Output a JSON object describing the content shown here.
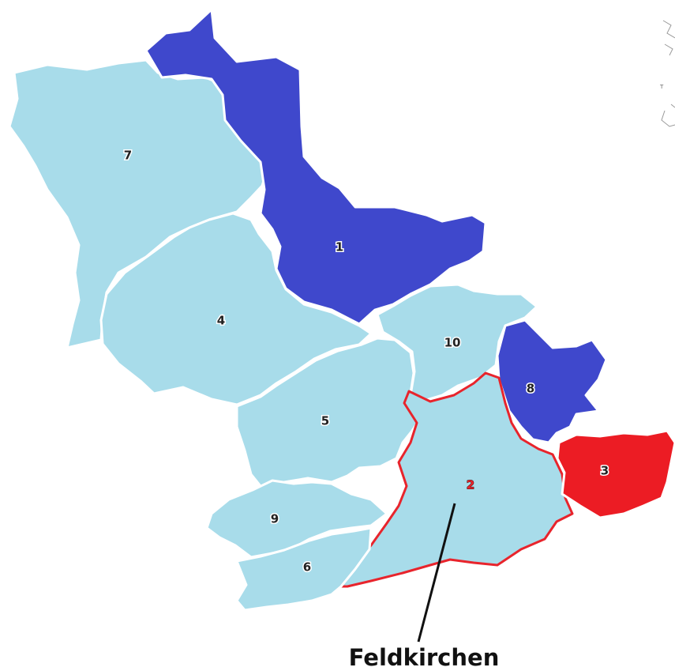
{
  "colors": {
    "light": "#a8dcea",
    "dark": "#3f48cc",
    "highlight": "#ec1c24",
    "highlight_border": "#e8242c",
    "background": "#ffffff"
  },
  "districts": [
    {
      "id": "7",
      "label": "7",
      "fill_class": "light"
    },
    {
      "id": "1",
      "label": "1",
      "fill_class": "dark"
    },
    {
      "id": "4",
      "label": "4",
      "fill_class": "light"
    },
    {
      "id": "10",
      "label": "10",
      "fill_class": "light"
    },
    {
      "id": "8",
      "label": "8",
      "fill_class": "dark"
    },
    {
      "id": "5",
      "label": "5",
      "fill_class": "light"
    },
    {
      "id": "2",
      "label": "2",
      "fill_class": "light",
      "selected": true
    },
    {
      "id": "3",
      "label": "3",
      "fill_class": "highlight"
    },
    {
      "id": "9",
      "label": "9",
      "fill_class": "light"
    },
    {
      "id": "6",
      "label": "6",
      "fill_class": "light"
    }
  ],
  "callout": {
    "label": "Feldkirchen",
    "target_district": "2"
  },
  "inset": {
    "label": "T"
  }
}
